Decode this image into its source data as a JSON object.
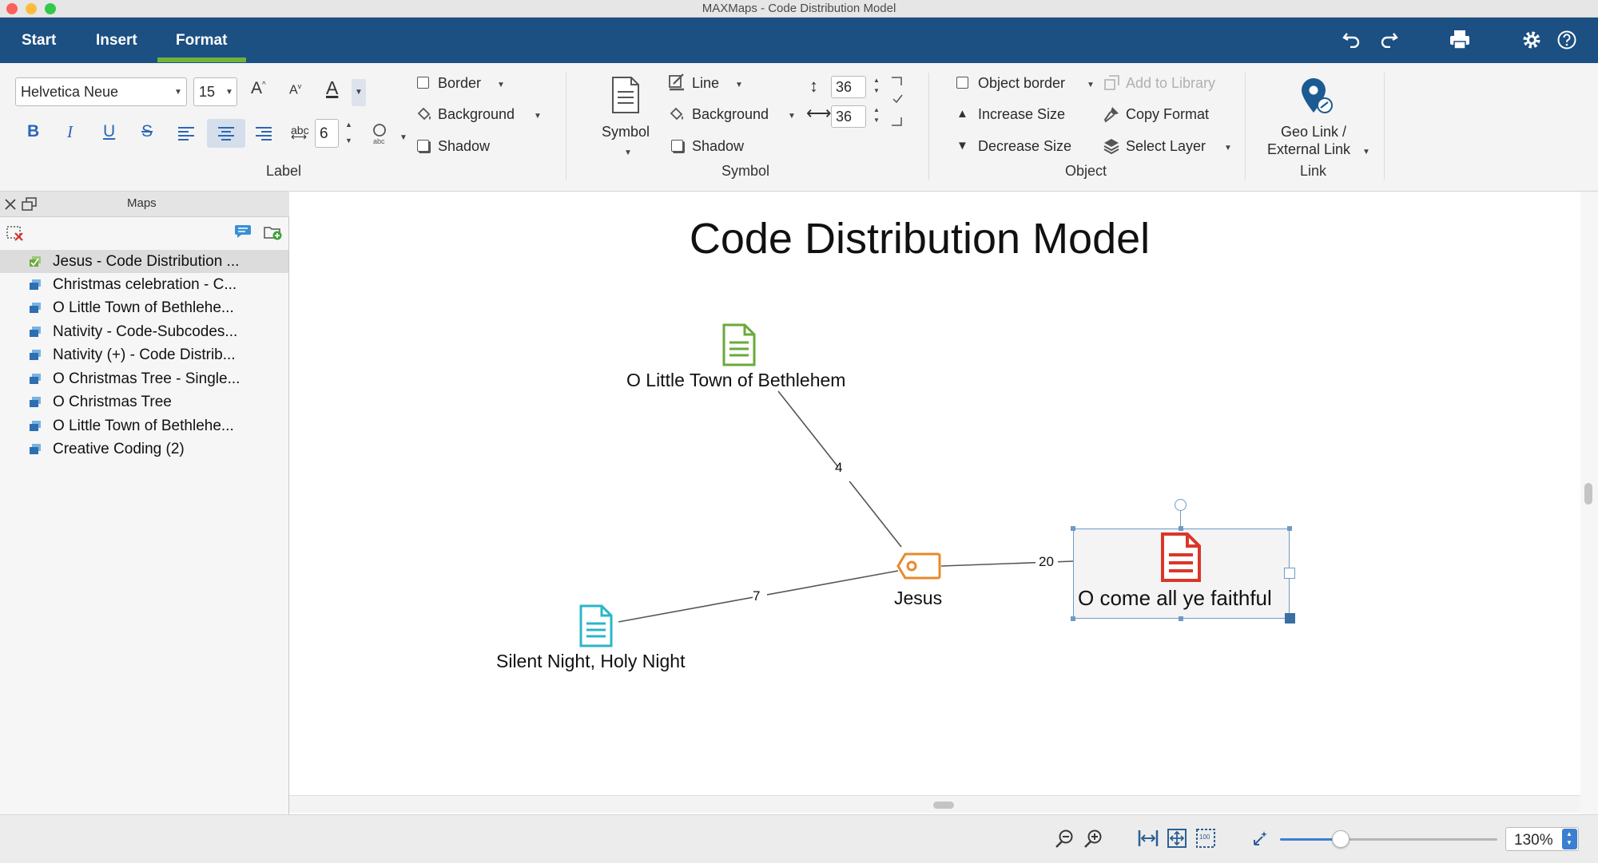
{
  "window": {
    "title": "MAXMaps - Code Distribution Model"
  },
  "tabs": [
    {
      "label": "Start"
    },
    {
      "label": "Insert"
    },
    {
      "label": "Format"
    }
  ],
  "toolbar_icons": [
    "undo-icon",
    "redo-icon",
    "print-icon",
    "settings-icon",
    "help-icon"
  ],
  "ribbon": {
    "label_group": {
      "title": "Label",
      "font_family": "Helvetica Neue",
      "font_size": "15",
      "spacing_value": "6",
      "border": "Border",
      "background": "Background",
      "shadow": "Shadow"
    },
    "symbol_group": {
      "title": "Symbol",
      "symbol_button": "Symbol",
      "line": "Line",
      "background": "Background",
      "shadow": "Shadow",
      "height_value": "36",
      "width_value": "36"
    },
    "object_group": {
      "title": "Object",
      "object_border": "Object border",
      "add_to_library": "Add to Library",
      "increase_size": "Increase Size",
      "copy_format": "Copy Format",
      "decrease_size": "Decrease Size",
      "select_layer": "Select Layer"
    },
    "link_group": {
      "title": "Link",
      "geo_link_line1": "Geo Link /",
      "geo_link_line2": "External Link"
    }
  },
  "sidebar": {
    "title": "Maps",
    "items": [
      {
        "label": "Jesus - Code Distribution ...",
        "selected": true
      },
      {
        "label": "Christmas celebration - C..."
      },
      {
        "label": "O Little Town of Bethlehe..."
      },
      {
        "label": "Nativity - Code-Subcodes..."
      },
      {
        "label": "Nativity (+) - Code Distrib..."
      },
      {
        "label": "O Christmas Tree - Single..."
      },
      {
        "label": "O Christmas Tree"
      },
      {
        "label": "O Little Town of Bethlehe..."
      },
      {
        "label": "Creative Coding (2)"
      }
    ]
  },
  "map": {
    "title": "Code Distribution Model",
    "nodes": {
      "center": {
        "label": "Jesus",
        "color": "#e8892b",
        "icon": "code-tag-icon"
      },
      "top": {
        "label": "O Little Town of Bethlehem",
        "color": "#6aaa3a",
        "icon": "document-icon"
      },
      "left": {
        "label": "Silent Night, Holy Night",
        "color": "#2bb5c9",
        "icon": "document-icon"
      },
      "right": {
        "label": "O come all ye faithful",
        "color": "#d9372a",
        "icon": "document-icon"
      }
    },
    "edges": {
      "top": "4",
      "left": "7",
      "right": "20"
    }
  },
  "status": {
    "zoom": "130%",
    "zoom_fraction": 0.26
  }
}
